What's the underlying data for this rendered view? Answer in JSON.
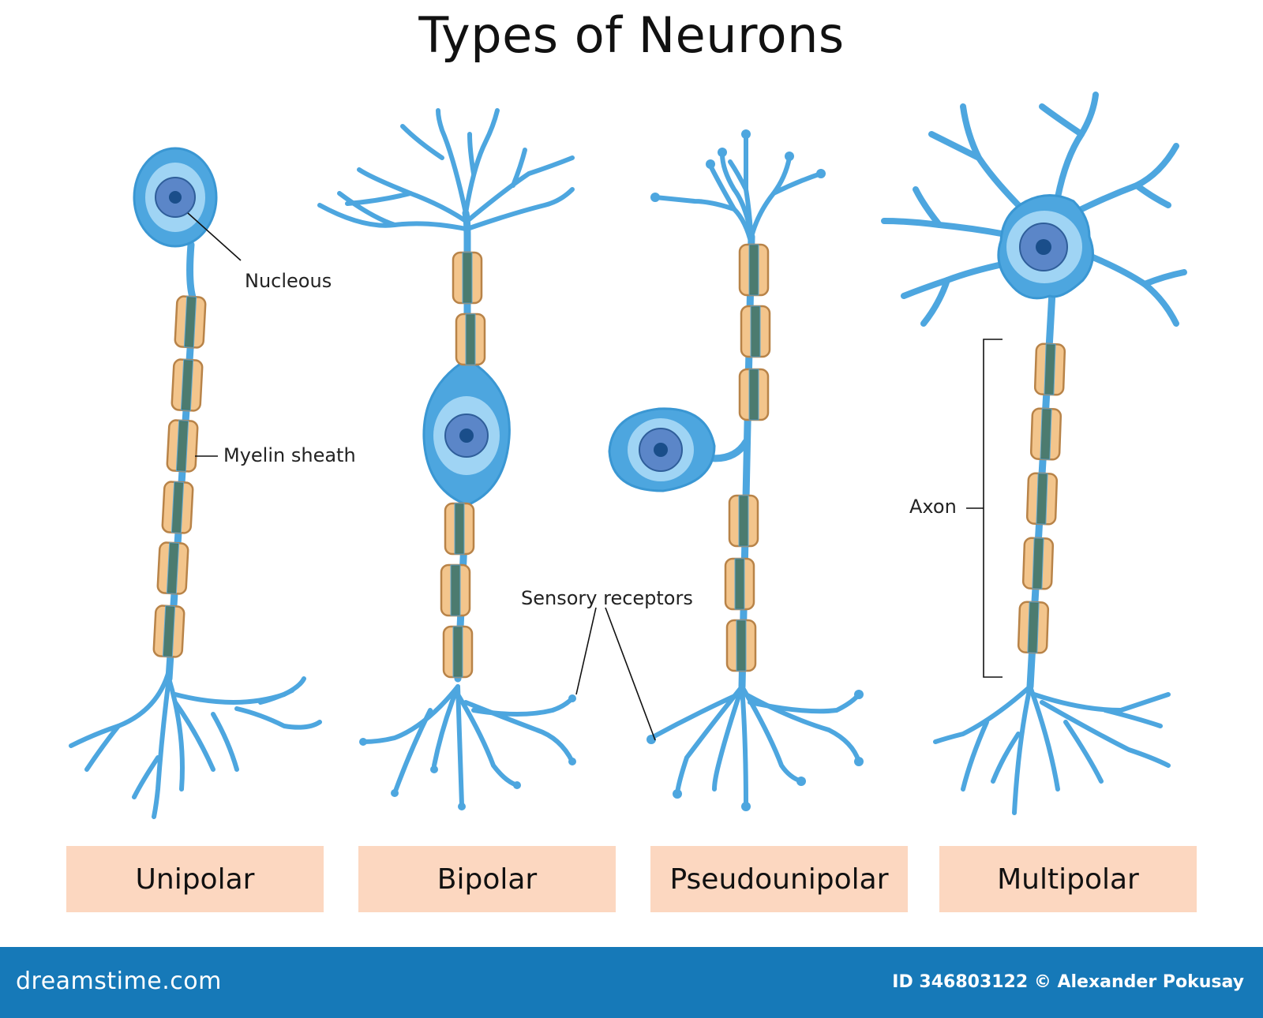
{
  "title": "Types of Neurons",
  "labels": {
    "nucleous": "Nucleous",
    "myelin": "Myelin sheath",
    "sensory": "Sensory receptors",
    "axon": "Axon"
  },
  "types": [
    "Unipolar",
    "Bipolar",
    "Pseudounipolar",
    "Multipolar"
  ],
  "footer": {
    "brand": "dreamstime.com",
    "credit": "ID 346803122 © Alexander Pokusay"
  },
  "colors": {
    "neuron": "#4da6df",
    "soma_light": "#9fd4f4",
    "nucleus_fill": "#5b86c8",
    "nucleolus": "#1a4e8a",
    "myelin_fill": "#f3c58c",
    "myelin_stroke": "#b88348",
    "axon_core": "#2f6f6a",
    "label_box": "#fcd7c0",
    "footer_bg": "#1679b8"
  }
}
